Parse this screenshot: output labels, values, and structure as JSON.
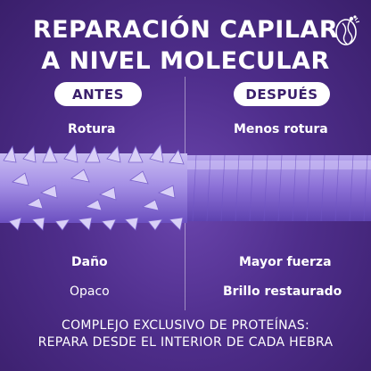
{
  "title": {
    "line1": "REPARACIÓN CAPILAR",
    "line2": "A NIVEL MOLECULAR"
  },
  "before": {
    "label": "ANTES",
    "top_caption": "Rotura",
    "mid_caption": "Daño",
    "bottom_caption": "Opaco"
  },
  "after": {
    "label": "DESPUÉS",
    "top_caption": "Menos rotura",
    "mid_caption": "Mayor fuerza",
    "bottom_caption": "Brillo restaurado"
  },
  "footer": {
    "line1": "COMPLEJO EXCLUSIVO DE PROTEÍNAS:",
    "line2": "REPARA DESDE EL INTERIOR DE CADA HEBRA"
  },
  "colors": {
    "background": "#4a2a83",
    "hair_damaged": "#9b84e0",
    "hair_healthy": "#8a6fd6",
    "pill": "#ffffff",
    "pill_text": "#3a1f6b"
  },
  "icons": {
    "logo": "head-silhouette-icon"
  }
}
